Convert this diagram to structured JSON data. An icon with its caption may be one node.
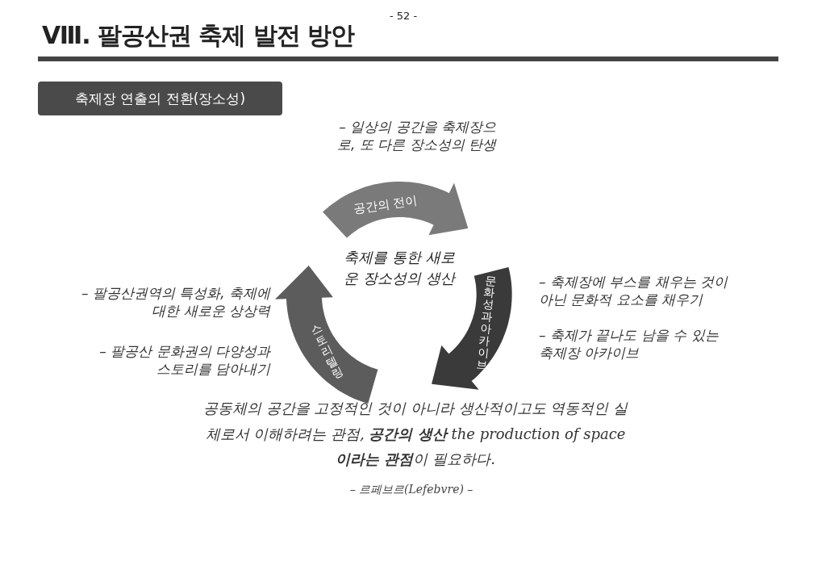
{
  "diagram": {
    "title": "Ⅷ. 팔공산권 축제 발전 방안",
    "nodes": [
      {
        "text": [
          "축제장 연출의 전환(장소성)"
        ]
      },
      {
        "text": [
          "공간의 전이"
        ],
        "beside": [
          "– 일상의 공간을 축제장으로, 또 다른 장소성의 탄생"
        ]
      },
      {
        "text": [
          "문화성과 아카이브"
        ],
        "beside": [
          "– 축제장에 부스를 채우는 것이 아닌 문화적 요소를 채우기",
          "– 축제가 끝나도 남을 수 있는 축제장 아카이브"
        ]
      },
      {
        "text": [
          "스토리텔링"
        ],
        "beside": [
          "– 팔공산권역의 특성화, 축제에 대한 새로운 상상력",
          "– 팔공산 문화권의 다양성과 스토리를 담아내기"
        ]
      }
    ],
    "labels": [
      "- 52 -",
      "축제를 통한 새로운 장소성의 생산",
      "공동체의 공간을 고정적인 것이 아니라 생산적이고도 역동적인 실체로서 이해하려는 관점, **공간의 생산** the production of space **이라는 관점**이 필요하다.",
      "– 르페브르(Lefebvre) –"
    ]
  }
}
